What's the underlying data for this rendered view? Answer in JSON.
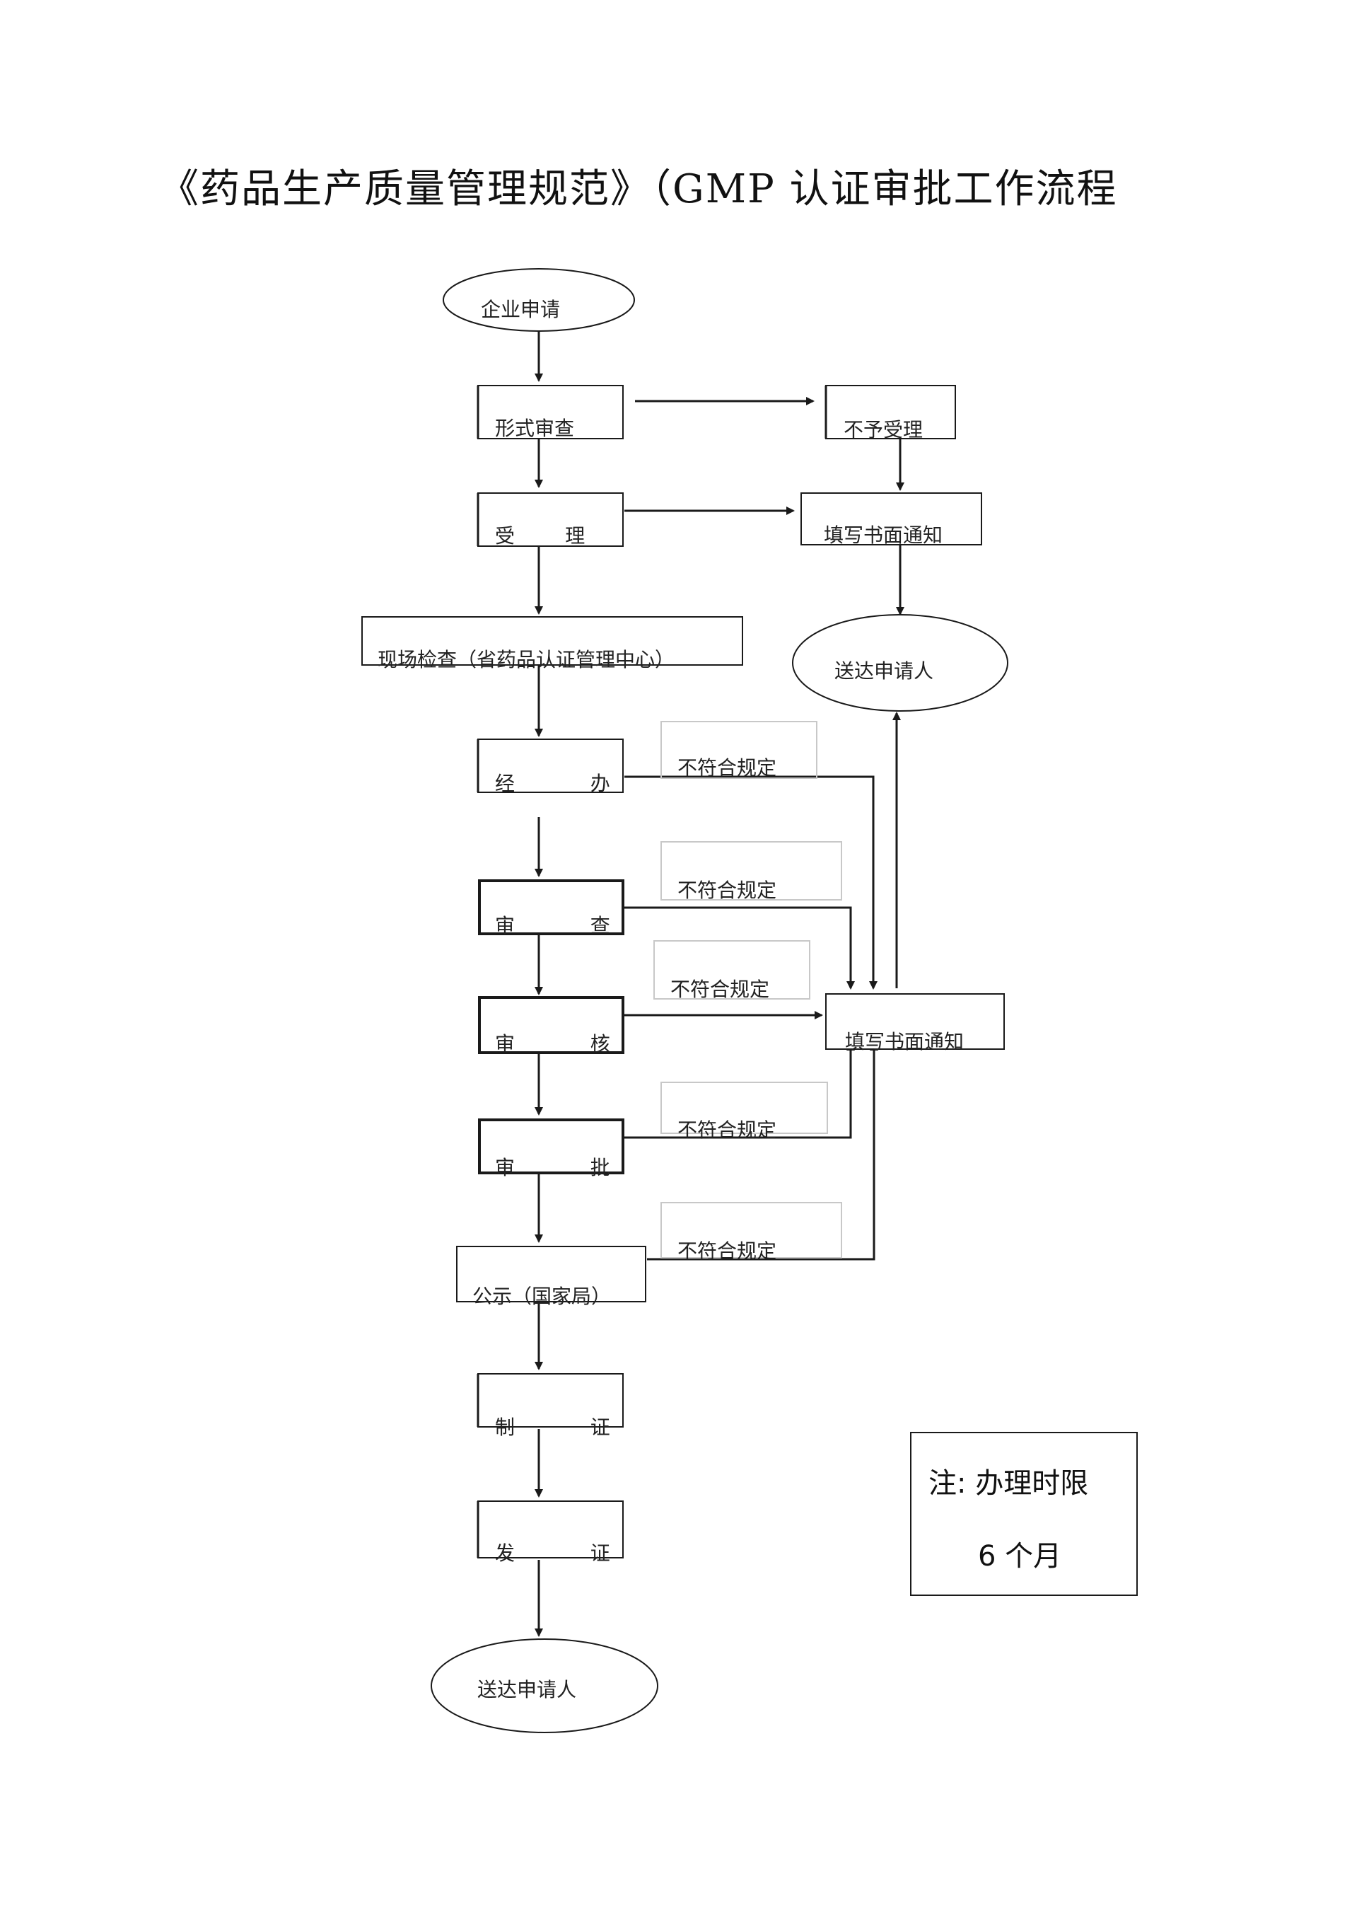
{
  "title": "《药品生产质量管理规范》（GMP 认证审批工作流程",
  "nodes": {
    "start": "企业申请",
    "formal_review": "形式审查",
    "reject": "不予受理",
    "accept": "受        理",
    "written_notice_top": "填写书面通知",
    "deliver_top": "送达申请人",
    "site_inspection": "现场检查（省药品认证管理中心）",
    "handle": "经            办",
    "review": "审            查",
    "audit": "审            核",
    "approve": "审            批",
    "publicize": "公示（国家局）",
    "make_cert": "制            证",
    "issue_cert": "发            证",
    "end": "送达申请人",
    "written_notice_mid": "填写书面通知"
  },
  "edge_labels": {
    "nc1": "不符合规定",
    "nc2": "不符合规定",
    "nc3": "不符合规定",
    "nc4": "不符合规定",
    "nc5": "不符合规定"
  },
  "note": {
    "line1": "注: 办理时限",
    "line2": "6 个月"
  }
}
